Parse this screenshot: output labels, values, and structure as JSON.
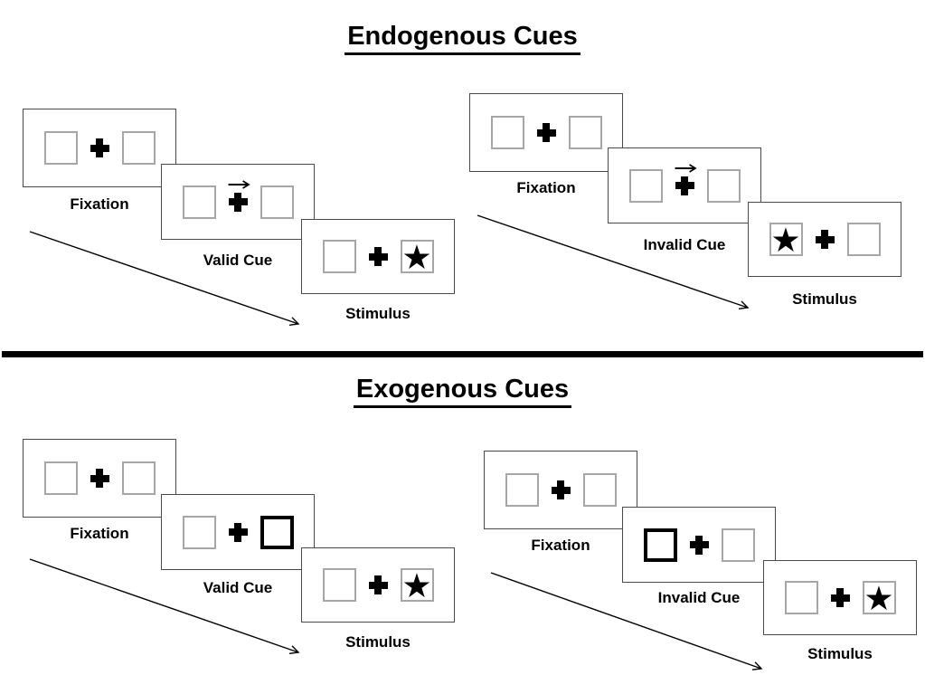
{
  "colors": {
    "background": "#ffffff",
    "panel_border": "#4a4a4a",
    "placeholder_box_border": "#a6a6a6",
    "cued_box_border": "#000000",
    "ink": "#000000"
  },
  "icons": {
    "star": "★",
    "fixation_cross": "+",
    "cue_arrow_direction": "right"
  },
  "sections": {
    "endogenous": {
      "title": "Endogenous Cues",
      "valid": {
        "fixation_label": "Fixation",
        "cue_label": "Valid Cue",
        "stimulus_label": "Stimulus",
        "cue_type": "central arrow pointing right",
        "stimulus_side": "right"
      },
      "invalid": {
        "fixation_label": "Fixation",
        "cue_label": "Invalid Cue",
        "stimulus_label": "Stimulus",
        "cue_type": "central arrow pointing right",
        "stimulus_side": "left"
      }
    },
    "exogenous": {
      "title": "Exogenous Cues",
      "valid": {
        "fixation_label": "Fixation",
        "cue_label": "Valid Cue",
        "stimulus_label": "Stimulus",
        "cue_type": "right box highlighted",
        "stimulus_side": "right"
      },
      "invalid": {
        "fixation_label": "Fixation",
        "cue_label": "Invalid Cue",
        "stimulus_label": "Stimulus",
        "cue_type": "left box highlighted",
        "stimulus_side": "right"
      }
    }
  }
}
